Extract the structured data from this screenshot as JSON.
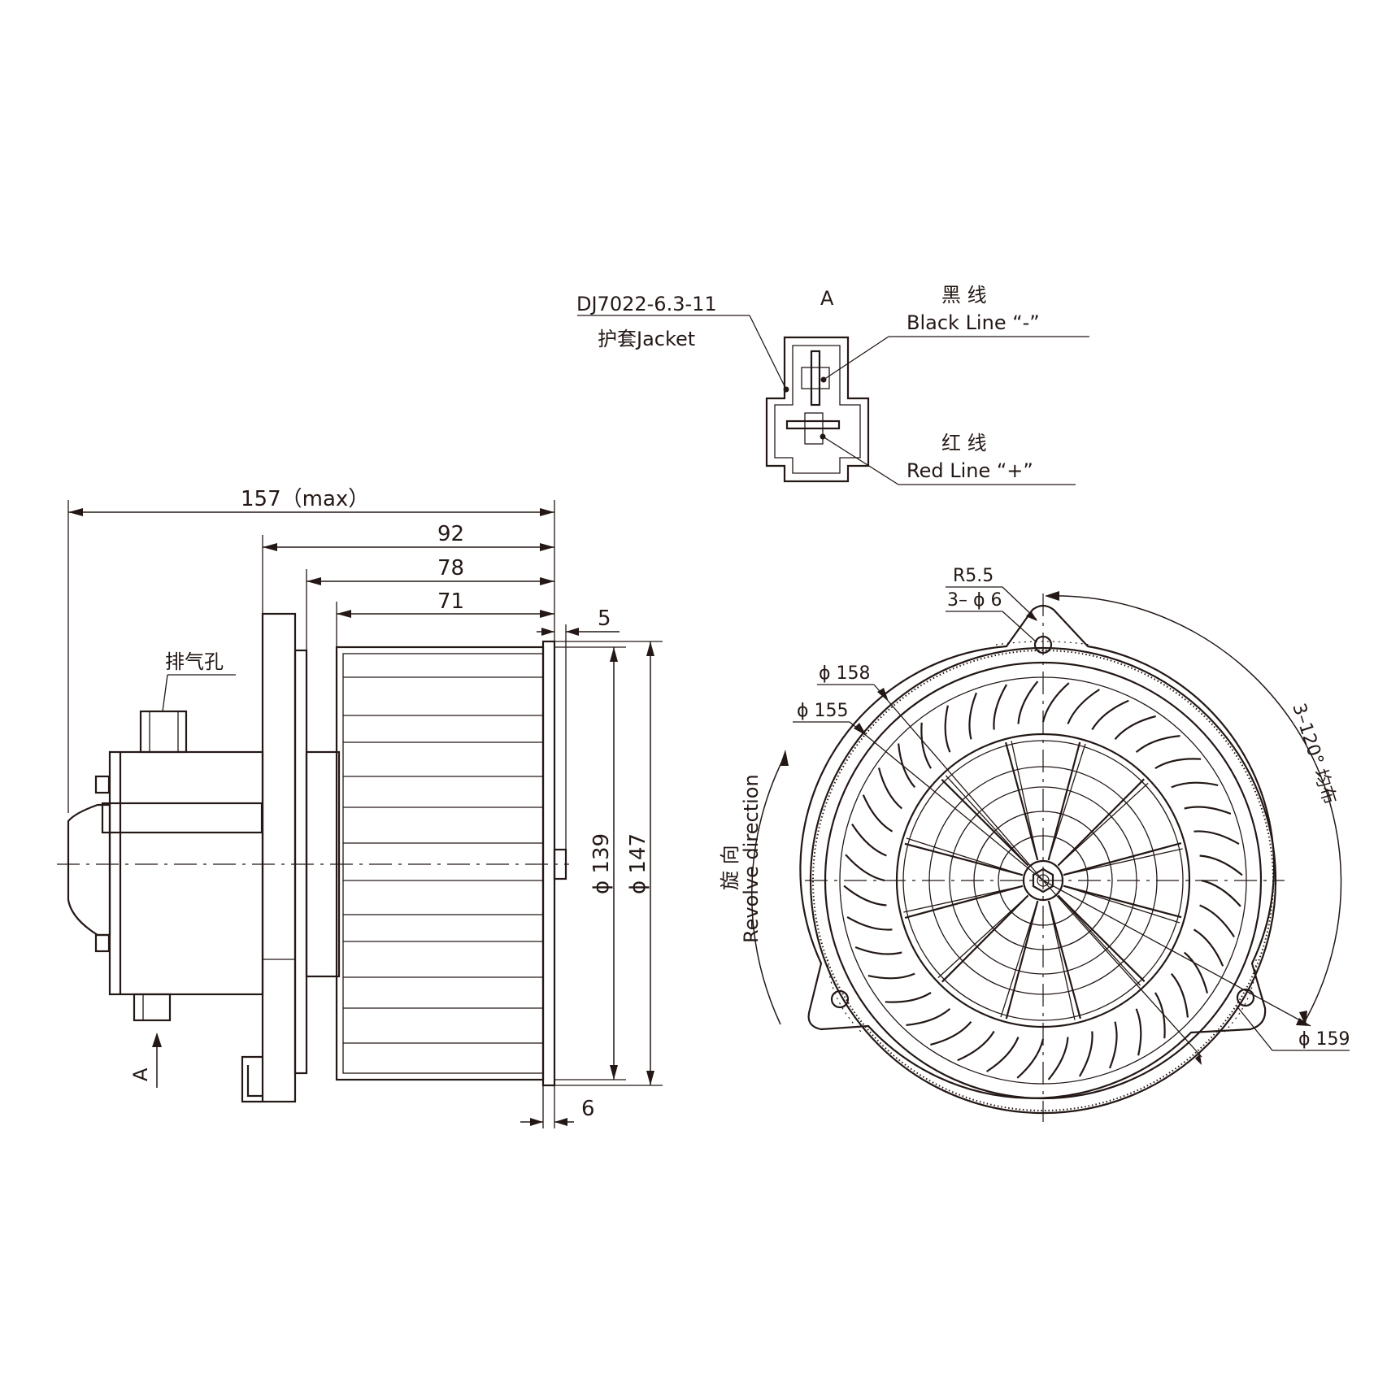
{
  "drawing": {
    "side_view": {
      "length_overall": "157（max）",
      "dim_92": "92",
      "dim_78": "78",
      "dim_71": "71",
      "dim_5": "5",
      "dim_6": "6",
      "dia_139": "ϕ 139",
      "dia_147": "ϕ 147",
      "vent_hole_label": "排气孔",
      "view_marker": "A"
    },
    "connector_view": {
      "view_title": "A",
      "part_number": "DJ7022-6.3-11",
      "jacket_label": "护套Jacket",
      "black_line_cn": "黑 线",
      "black_line_en": "Black Line “-”",
      "red_line_cn": "红 线",
      "red_line_en": "Red Line “+”"
    },
    "front_view": {
      "radius": "R5.5",
      "holes": "3– ϕ 6",
      "dia_158": "ϕ 158",
      "dia_155": "ϕ 155",
      "dia_159": "ϕ 159",
      "spacing": "3–120° 均布",
      "rotation_cn": "旋  向",
      "rotation_en": "Revolve direction"
    }
  }
}
